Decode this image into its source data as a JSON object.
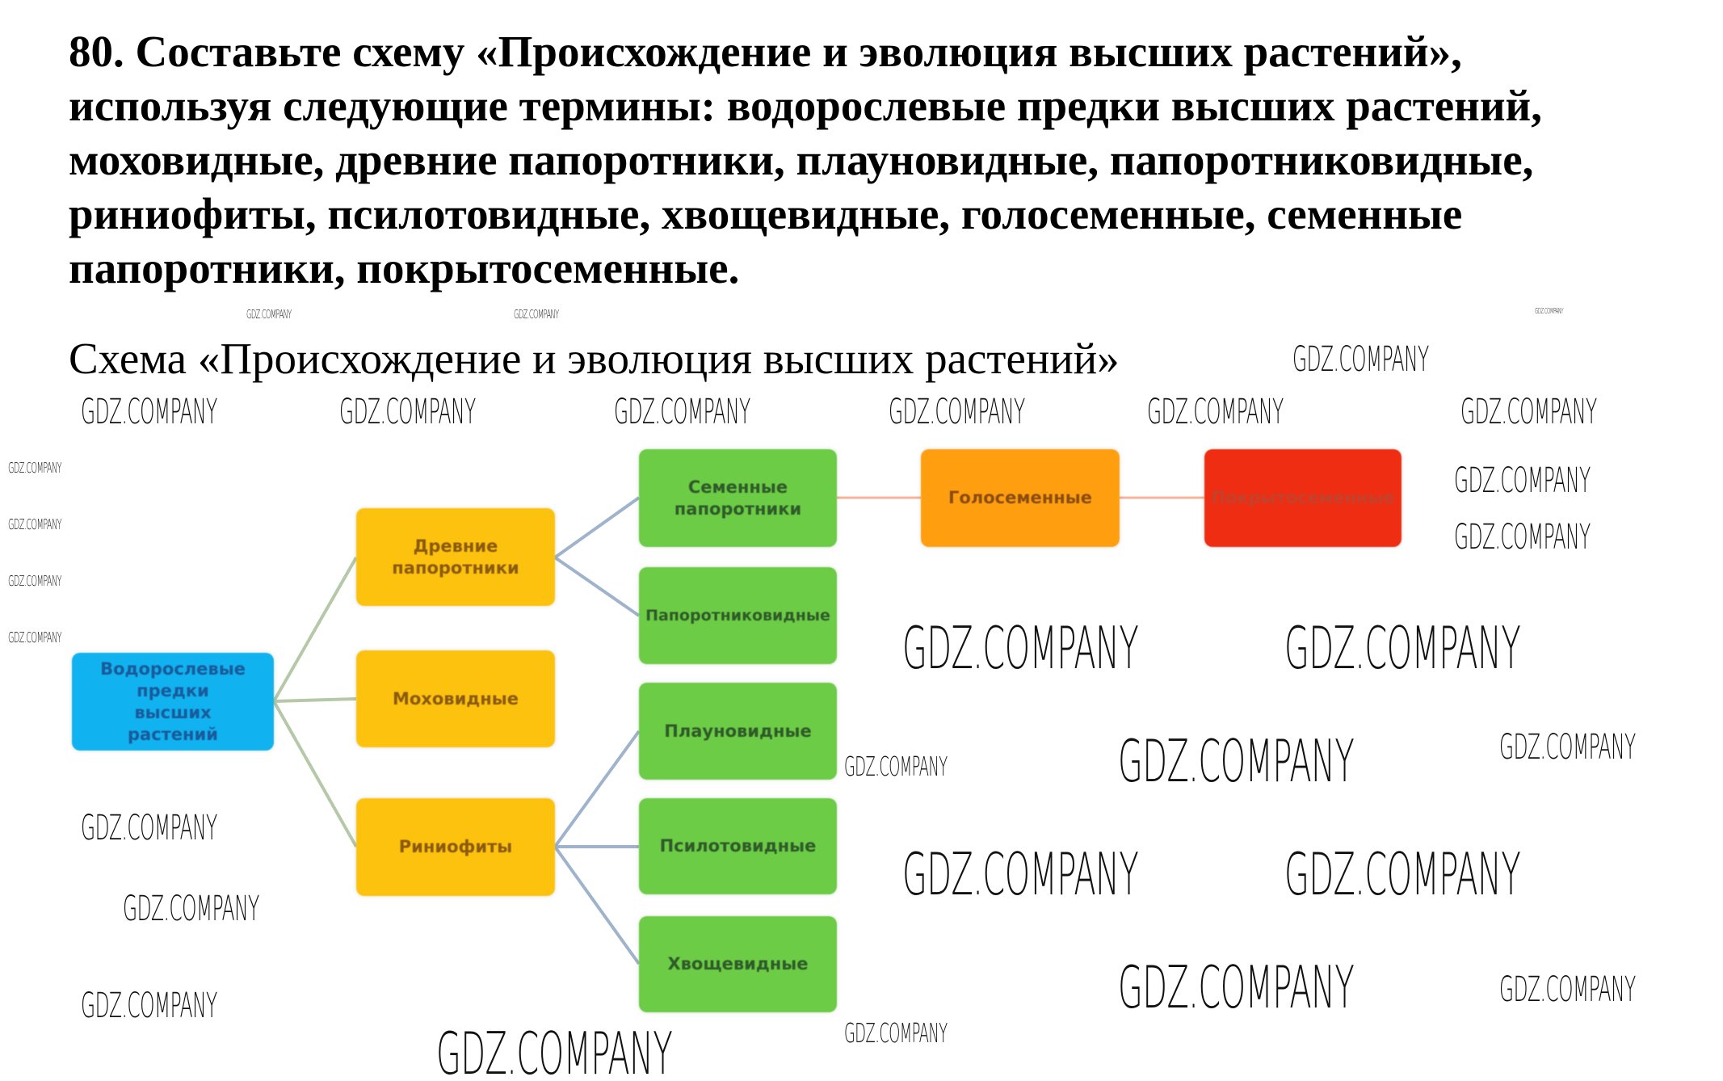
{
  "task": {
    "lines": [
      "80. Составьте схему «Происхождение и эволюция высших растений»,",
      "используя следующие термины: водорослевые предки высших растений,",
      "моховидные, древние папоротники, плауновидные, папоротниковидные,",
      "риниофиты, псилотовидные, хвощевидные, голосеменные, семенные",
      "папоротники, покрытосеменные."
    ]
  },
  "subtitle": "Схема «Происхождение и эволюция высших растений»",
  "diagram": {
    "root": "Водорослевые предки высших растений",
    "level1": [
      "Древние папоротники",
      "Моховидные",
      "Риниофиты"
    ],
    "level2": [
      "Семенные папоротники",
      "Папоротниковидные",
      "Плауновидные",
      "Псилотовидные",
      "Хвощевидные"
    ],
    "gymnosperms": "Голосеменные",
    "angiosperms": "Покрытосеменные"
  },
  "watermark": "GDZ.COMPANY",
  "colors": {
    "root": "#10b2ef",
    "level1": "#fdc20e",
    "level2": "#6ccc45",
    "gymnosperms": "#ff9f10",
    "angiosperms": "#ef2d12"
  }
}
